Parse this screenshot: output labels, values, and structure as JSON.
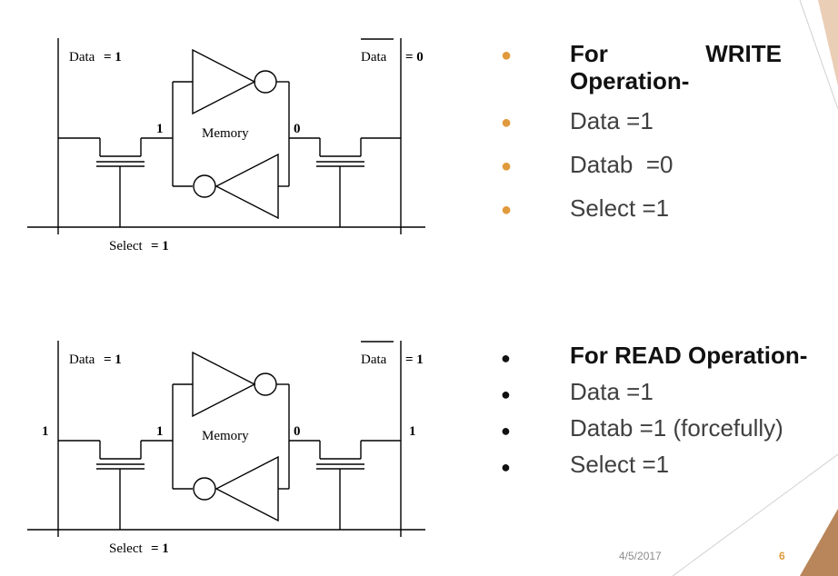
{
  "diagram_top": {
    "data_label": "Data",
    "data_value": "= 1",
    "datab_label": "Data",
    "datab_value": "= 0",
    "left_node_value": "1",
    "right_node_value": "0",
    "memory_label": "Memory",
    "select_label": "Select",
    "select_value": "= 1"
  },
  "diagram_bottom": {
    "data_label": "Data",
    "data_value": "= 1",
    "datab_label": "Data",
    "datab_value": "= 1",
    "left_bitline_value": "1",
    "right_bitline_value": "1",
    "left_node_value": "1",
    "right_node_value": "0",
    "memory_label": "Memory",
    "select_label": "Select",
    "select_value": "= 1"
  },
  "write_section": {
    "heading_word1": "For",
    "heading_word2": "WRITE",
    "heading_line2": "Operation-",
    "items": [
      "Data =1",
      "Datab  =0",
      "Select =1"
    ],
    "bullet_color": "#e09a3c"
  },
  "read_section": {
    "heading": "For READ Operation-",
    "items": [
      "Data =1",
      "Datab =1 (forcefully)",
      "Select =1"
    ],
    "bullet_color": "#111111"
  },
  "footer": {
    "date": "4/5/2017",
    "page_number": "6"
  }
}
